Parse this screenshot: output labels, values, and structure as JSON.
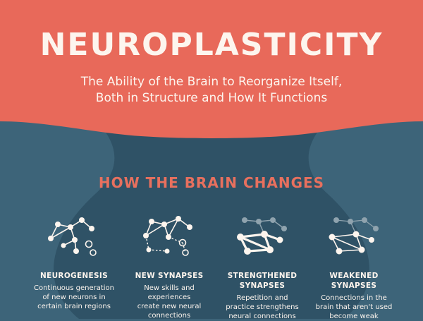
{
  "header": {
    "title": "NEUROPLASTICITY",
    "subtitle_line1": "The Ability of the Brain to Reorganize Itself,",
    "subtitle_line2": "Both in Structure and How It Functions"
  },
  "section": {
    "heading": "HOW THE BRAIN CHANGES"
  },
  "items": [
    {
      "icon": "neuron-network-icon",
      "title": "NEUROGENESIS",
      "description": "Continuous generation\nof new neurons in\ncertain brain regions"
    },
    {
      "icon": "new-synapses-icon",
      "title": "NEW SYNAPSES",
      "description": "New skills and\nexperiences\ncreate new neural\nconnections"
    },
    {
      "icon": "strengthened-synapses-icon",
      "title": "STRENGTHENED\nSYNAPSES",
      "description": "Repetition and\npractice strengthens\nneural connections"
    },
    {
      "icon": "weakened-synapses-icon",
      "title": "WEAKENED\nSYNAPSES",
      "description": "Connections in the\nbrain that aren't used\nbecome weak"
    }
  ],
  "colors": {
    "coral": "#e8695a",
    "slate_blue": "#3d6479",
    "teardrop": "#2f5266",
    "text_light": "#fdf5ee",
    "heading_coral": "#e8705e",
    "node_faded": "#8fa3ae"
  }
}
